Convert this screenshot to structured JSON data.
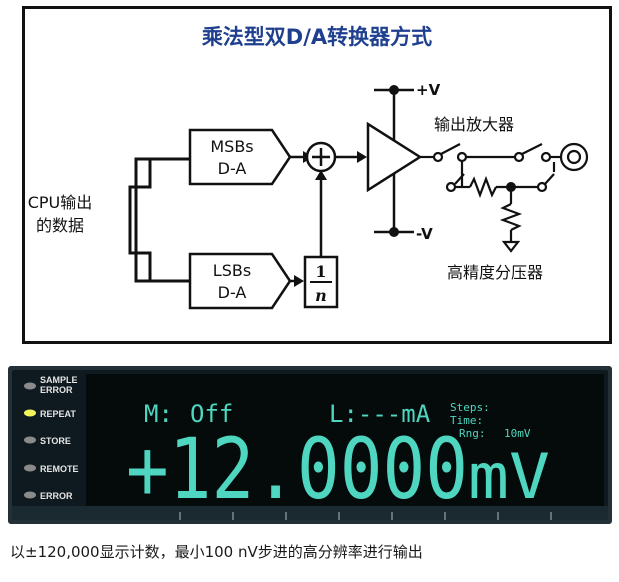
{
  "diagram": {
    "title": "乘法型双D/A转换器方式",
    "cpu_label_line1": "CPU输出",
    "cpu_label_line2": "的数据",
    "msb_line1": "MSBs",
    "msb_line2": "D-A",
    "lsb_line1": "LSBs",
    "lsb_line2": "D-A",
    "divider_num": "1",
    "divider_den": "n",
    "summing_symbol": "+",
    "pos_supply": "+V",
    "neg_supply": "-V",
    "amp_label": "输出放大器",
    "attenuator_label": "高精度分压器",
    "colors": {
      "title": "#1f3f8f",
      "ink": "#111111",
      "frame": "#111111"
    }
  },
  "lcd": {
    "indicators": [
      {
        "line1": "SAMPLE",
        "line2": "ERROR",
        "lit": false
      },
      {
        "line1": "REPEAT",
        "line2": "",
        "lit": true
      },
      {
        "line1": "STORE",
        "line2": "",
        "lit": false
      },
      {
        "line1": "REMOTE",
        "line2": "",
        "lit": false
      },
      {
        "line1": "ERROR",
        "line2": "",
        "lit": false
      }
    ],
    "math_label": "M:",
    "math_value": "Off",
    "limit_text": "L:---mA",
    "steps_label": "Steps:",
    "time_label": "Time:",
    "rng_label": "Rng:",
    "rng_value": "10mV",
    "reading": "+12.0000",
    "unit": "mV",
    "colors": {
      "segment": "#4fd6c0",
      "background": "#050b0b",
      "bezel": "#1e2a30",
      "led_lit": "#f2f25a",
      "led_off": "#8a8a8a"
    }
  },
  "caption": "以±120,000显示计数，最小100 nV步进的高分辨率进行输出"
}
